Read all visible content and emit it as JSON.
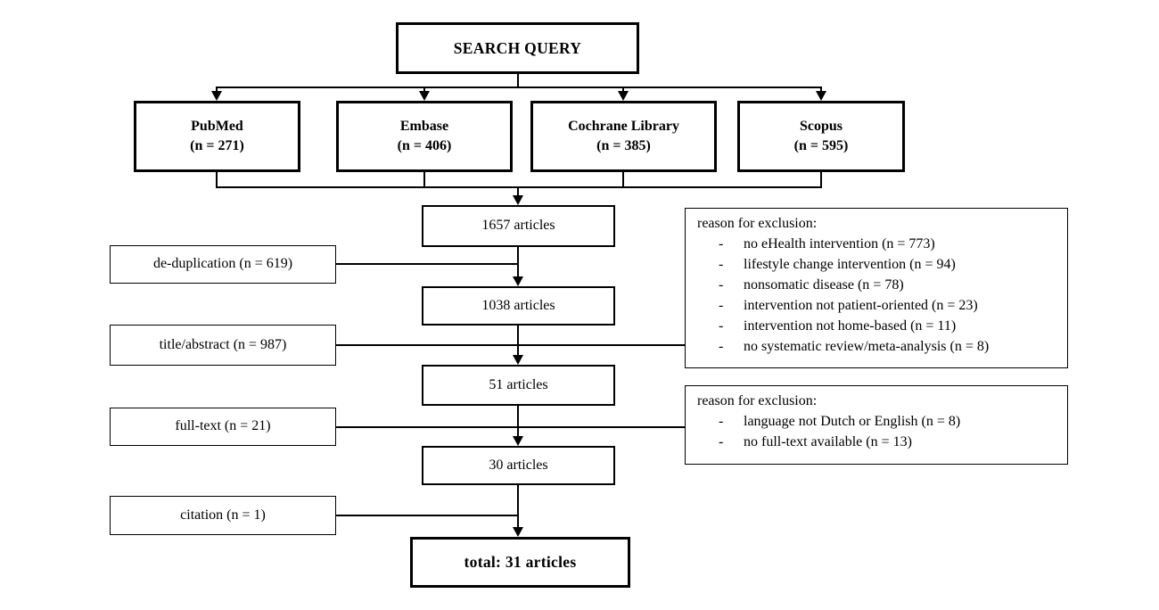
{
  "diagram": {
    "search_box": {
      "label": "SEARCH QUERY"
    },
    "databases": [
      {
        "name": "PubMed",
        "count": "(n = 271)"
      },
      {
        "name": "Embase",
        "count": "(n = 406)"
      },
      {
        "name": "Cochrane Library",
        "count": "(n = 385)"
      },
      {
        "name": "Scopus",
        "count": "(n = 595)"
      }
    ],
    "flow_boxes": [
      {
        "label": "1657 articles"
      },
      {
        "label": "1038 articles"
      },
      {
        "label": "51 articles"
      },
      {
        "label": "30 articles"
      }
    ],
    "total_box": {
      "label": "total: 31 articles"
    },
    "filter_boxes": [
      {
        "label": "de-duplication (n = 619)"
      },
      {
        "label": "title/abstract (n = 987)"
      },
      {
        "label": "full-text (n = 21)"
      },
      {
        "label": "citation (n = 1)"
      }
    ],
    "exclusion_boxes": [
      {
        "heading": "reason for exclusion:",
        "bullet": "-",
        "items": [
          "no eHealth intervention (n = 773)",
          "lifestyle change intervention (n = 94)",
          "nonsomatic disease (n = 78)",
          "intervention not patient-oriented (n = 23)",
          "intervention not home-based (n = 11)",
          "no systematic review/meta-analysis (n = 8)"
        ]
      },
      {
        "heading": "reason for exclusion:",
        "bullet": "-",
        "items": [
          "language not Dutch or English (n = 8)",
          "no full-text available (n = 13)"
        ]
      }
    ],
    "colors": {
      "line": "#000000",
      "box_border": "#000000",
      "background": "#ffffff"
    }
  }
}
